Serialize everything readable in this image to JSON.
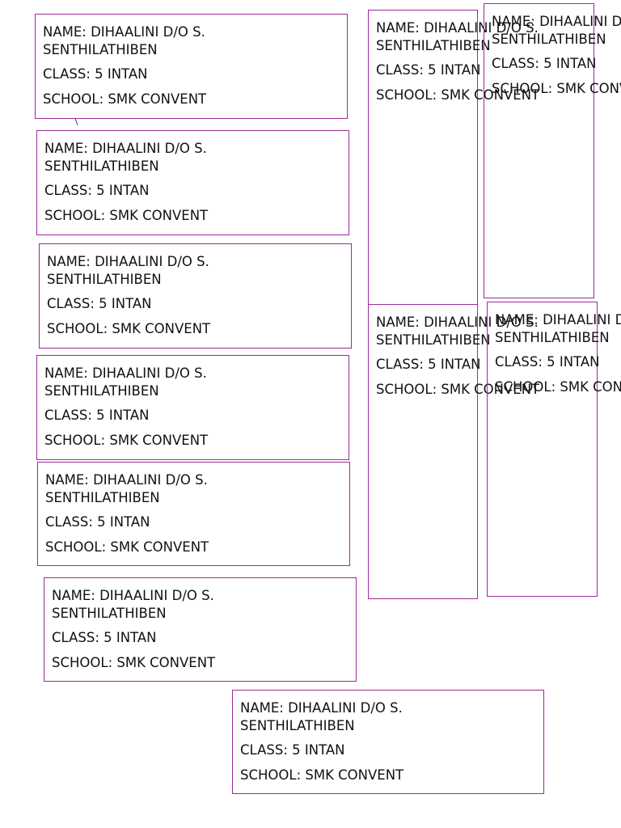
{
  "labels": [
    {
      "name": "NAME: DIHAALINI D/O S.",
      "name2": "SENTHILATHIBEN",
      "class": "CLASS: 5 INTAN",
      "school": "SCHOOL: SMK CONVENT"
    },
    {
      "name": "NAME: DIHAALINI D/O S.",
      "name2": "SENTHILATHIBEN",
      "class": "CLASS: 5 INTAN",
      "school": "SCHOOL: SMK CONVENT"
    },
    {
      "name": "NAME: DIHAALINI D/O S.",
      "name2": "SENTHILATHIBEN",
      "class": "CLASS: 5 INTAN",
      "school": "SCHOOL: SMK CONVENT"
    },
    {
      "name": "NAME: DIHAALINI D/O S.",
      "name2": "SENTHILATHIBEN",
      "class": "CLASS: 5 INTAN",
      "school": "SCHOOL: SMK CONVENT"
    },
    {
      "name": "NAME: DIHAALINI D/O S.",
      "name2": "SENTHILATHIBEN",
      "class": "CLASS: 5 INTAN",
      "school": "SCHOOL: SMK CONVENT"
    },
    {
      "name": "NAME: DIHAALINI D/O S.",
      "name2": "SENTHILATHIBEN",
      "class": "CLASS: 5 INTAN",
      "school": "SCHOOL: SMK CONVENT"
    },
    {
      "name": "NAME: DIHAALINI D/O S.",
      "name2": "SENTHILATHIBEN",
      "class": "CLASS: 5 INTAN",
      "school": "SCHOOL: SMK CONVENT"
    },
    {
      "name": "NAME: DIHAALINI D/O S.",
      "name2": "SENTHILATHIBEN",
      "class": "CLASS: 5 INTAN",
      "school": "SCHOOL: SMK CONVENT"
    },
    {
      "name": "NAME: DIHAALINI D/O S.",
      "name2": "SENTHILATHIBEN",
      "class": "CLASS: 5 INTAN",
      "school": "SCHOOL: SMK CONVENT"
    },
    {
      "name": "NAME: DIHAALINI D/O S.",
      "name2": "SENTHILATHIBEN",
      "class": "CLASS: 5 INTAN",
      "school": "SCHOOL: SMK CONVENT"
    },
    {
      "name": "NAME: DIHAALINI D/O S.",
      "name2": "SENTHILATHIBEN",
      "class": "CLASS: 5 INTAN",
      "school": "SCHOOL: SMK CONVENT"
    }
  ],
  "colors": {
    "border": "#9b2a9b",
    "text": "#111111",
    "background": "#ffffff"
  }
}
